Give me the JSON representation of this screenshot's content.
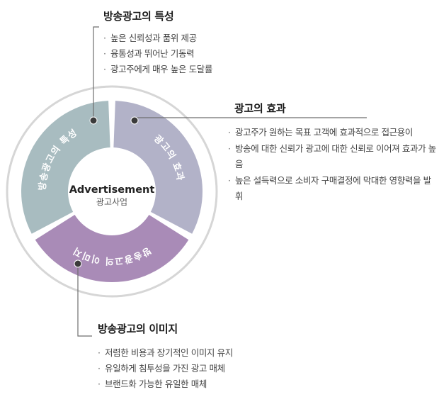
{
  "center": {
    "title": "Advertisement",
    "subtitle": "광고사업"
  },
  "segments": [
    {
      "key": "features",
      "label": "방송광고의 특성",
      "color": "#a8bcc0"
    },
    {
      "key": "effect",
      "label": "광고의 효과",
      "color": "#b2b2c8"
    },
    {
      "key": "image",
      "label": "방송광고의 이미지",
      "color": "#a98bb7"
    }
  ],
  "colors": {
    "outer_ring": "#d6d6d6",
    "leader_line": "#6e6e6e",
    "dot": "#3b3b3b",
    "segment_text": "#ffffff"
  },
  "blocks": {
    "features": {
      "heading": "방송광고의 특성",
      "items": [
        "높은 신뢰성과 품위 제공",
        "융통성과 뛰어난 기동력",
        "광고주에게 매우 높은 도달률"
      ]
    },
    "effect": {
      "heading": "광고의 효과",
      "items": [
        "광고주가 원하는 목표 고객에 효과적으로 접근용이",
        "방송에 대한 신뢰가 광고에 대한 신뢰로 이어져 효과가 높음",
        "높은 설득력으로 소비자 구매결정에 막대한 영향력을 발휘"
      ]
    },
    "image": {
      "heading": "방송광고의 이미지",
      "items": [
        "저렴한 비용과 장기적인 이미지 유지",
        "유일하게 침투성을 가진 광고 매체",
        "브랜드화 가능한 유일한 매체"
      ]
    }
  }
}
